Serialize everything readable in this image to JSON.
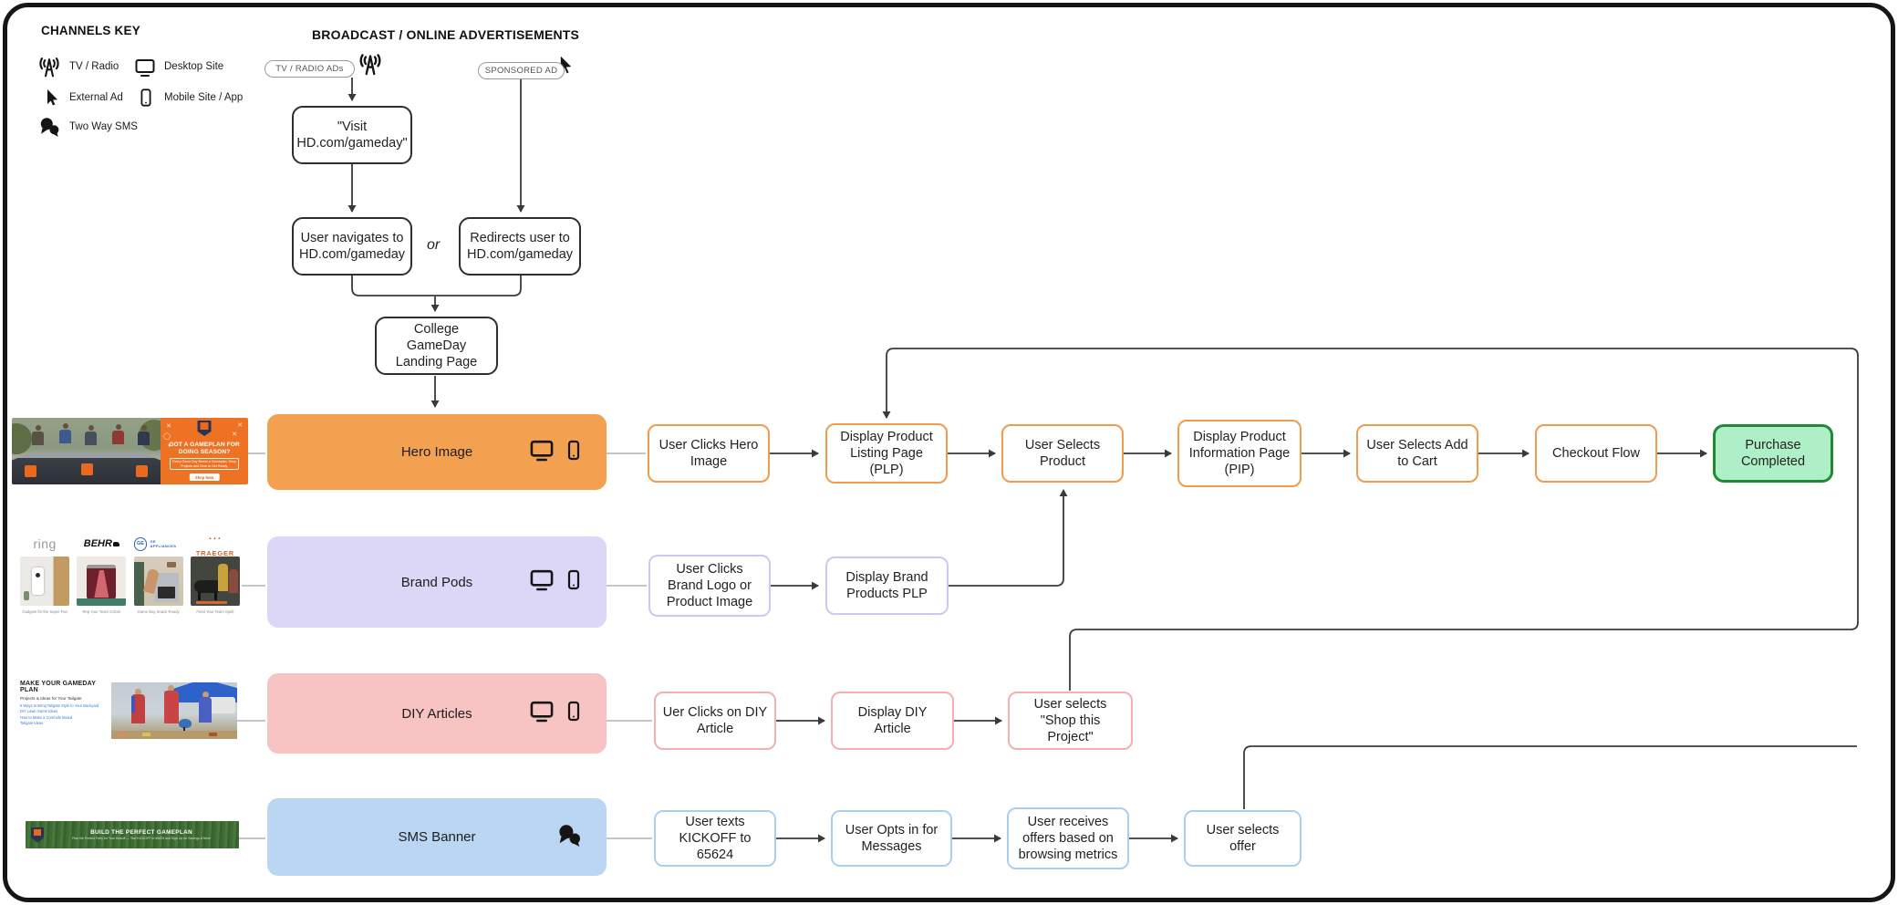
{
  "channels_key": {
    "title": "CHANNELS KEY",
    "items": [
      {
        "icon": "tv-radio-icon",
        "label": "TV / Radio"
      },
      {
        "icon": "desktop-site-icon",
        "label": "Desktop Site"
      },
      {
        "icon": "external-ad-icon",
        "label": "External Ad"
      },
      {
        "icon": "mobile-site-icon",
        "label": "Mobile Site / App"
      },
      {
        "icon": "two-way-sms-icon",
        "label": "Two Way SMS"
      }
    ]
  },
  "broadcast": {
    "title": "BROADCAST / ONLINE ADVERTISEMENTS",
    "tv_pill": "TV / RADIO ADs",
    "sponsored_pill": "SPONSORED AD",
    "visit_box": "\"Visit HD.com/gameday\"",
    "navigate_box": "User navigates to HD.com/gameday",
    "or_label": "or",
    "redirect_box": "Redirects user to HD.com/gameday",
    "landing_box": "College GameDay Landing Page"
  },
  "rows": {
    "hero": {
      "band_label": "Hero Image",
      "nodes": [
        "User Clicks Hero Image",
        "Display Product Listing Page (PLP)",
        "User Selects Product",
        "Display Product Information Page (PIP)",
        "User Selects Add to Cart",
        "Checkout Flow",
        "Purchase Completed"
      ]
    },
    "brand": {
      "band_label": "Brand Pods",
      "nodes": [
        "User Clicks Brand Logo or Product Image",
        "Display Brand Products PLP"
      ]
    },
    "diy": {
      "band_label": "DIY Articles",
      "nodes": [
        "Uer Clicks on DIY Article",
        "Display DIY Article",
        "User selects \"Shop this Project\""
      ]
    },
    "sms": {
      "band_label": "SMS Banner",
      "nodes": [
        "User texts KICKOFF to 65624",
        "User Opts in for Messages",
        "User receives offers based on browsing metrics",
        "User selects offer"
      ]
    }
  },
  "colors": {
    "hero_band": "#F3A150",
    "hero_node_border": "#F29B4D",
    "brand_band": "#DCD6F7",
    "brand_node_border": "#CFC6F4",
    "diy_band": "#F7C3C3",
    "diy_node_border": "#F5AEB1",
    "sms_band": "#BAD6F3",
    "sms_node_border": "#A9CEF1",
    "success_fill": "#AFEFC7",
    "success_border": "#1E8A33",
    "promo_orange": "#EE7224"
  },
  "thumbnails": {
    "hero": {
      "promo_title": "GOT A GAMEPLAN FOR DOING SEASON?",
      "promo_sub": "Every Game Day Needs a Gameplan. Shop Projects and Gear to Get Ready.",
      "promo_button": "Shop Now"
    },
    "brands": [
      {
        "logo": "ring",
        "caption": "Gadgets for the Super Fan"
      },
      {
        "logo": "BEHR",
        "caption": "Rep Your Team Colors"
      },
      {
        "logo": "GE APPLIANCES",
        "caption": "Game Day Snack Ready"
      },
      {
        "logo": "TRAEGER",
        "caption": "Feed Your Team Spirit"
      }
    ],
    "diy": {
      "heading": "MAKE YOUR GAMEDAY PLAN",
      "sub": "Projects & Ideas for Your Tailgate",
      "links": [
        "5 Ways to Bring Tailgate Style to Your Backyard",
        "DIY Lawn Game Ideas",
        "How to Make a Cornhole Board",
        "Tailgate Ideas"
      ]
    },
    "sms": {
      "title": "BUILD THE PERFECT GAMEPLAN",
      "sub": "Plan the Perfect Party for Your Kickoff — Text KICKOFF to 65624 and Sign Up for Savings & More"
    }
  }
}
